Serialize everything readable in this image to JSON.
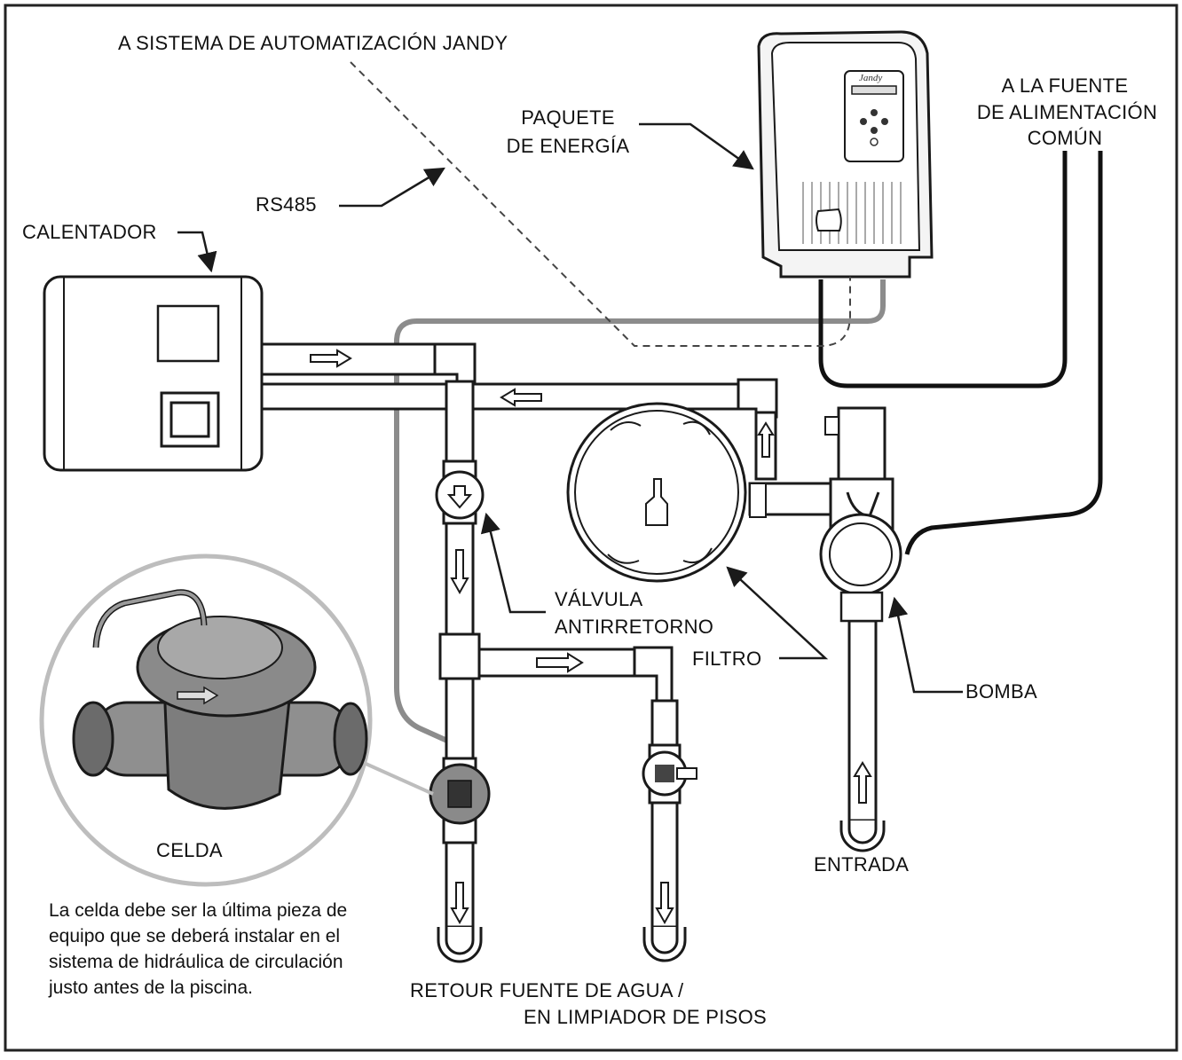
{
  "labels": {
    "automation": "A SISTEMA DE AUTOMATIZACIÓN JANDY",
    "power_pack": [
      "PAQUETE",
      "DE ENERGÍA"
    ],
    "power_source": [
      "A LA FUENTE",
      "DE ALIMENTACIÓN",
      "COMÚN"
    ],
    "rs485": "RS485",
    "heater": "CALENTADOR",
    "check_valve": [
      "VÁLVULA",
      "ANTIRRETORNO"
    ],
    "filter": "FILTRO",
    "pump": "BOMBA",
    "cell": "CELDA",
    "inlet": "ENTRADA",
    "return": [
      "RETOUR FUENTE DE AGUA /",
      "EN LIMPIADOR DE PISOS"
    ],
    "device_brand": "Jandy"
  },
  "note": [
    "La celda debe ser la última pieza de",
    "equipo que se deberá instalar en el",
    "sistema de hidráulica de circulación",
    "justo antes de la piscina."
  ],
  "colors": {
    "frame": "#222222",
    "pipe_outline": "#1a1a1a",
    "gray_cable": "#8c8c8c",
    "black_cable": "#111111",
    "cell_body": "#7d7d7d",
    "inset_ring": "#bdbdbd"
  }
}
